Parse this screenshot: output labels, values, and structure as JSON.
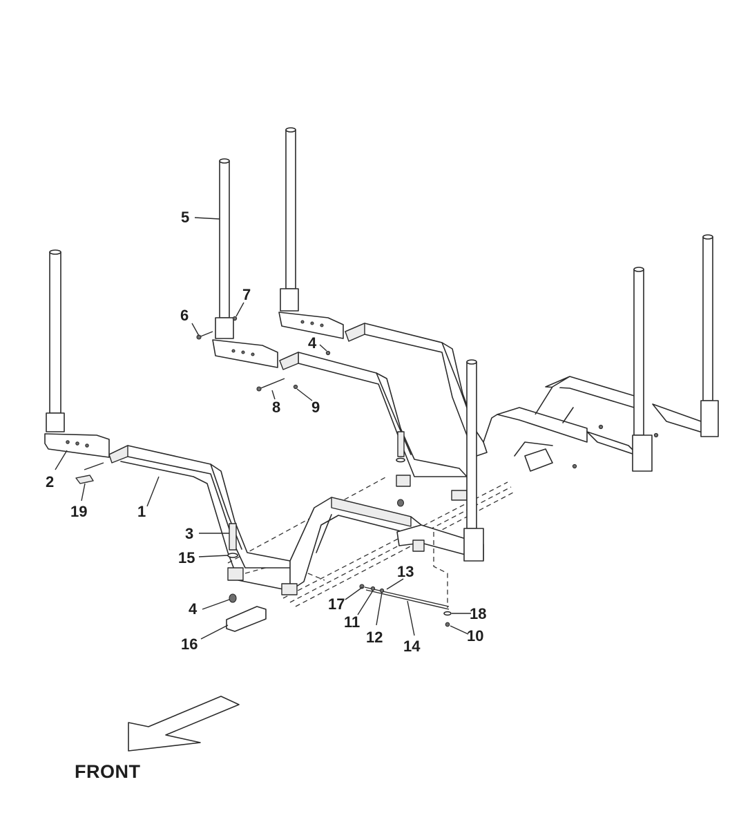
{
  "callouts": [
    "1",
    "2",
    "3",
    "4",
    "4",
    "5",
    "6",
    "7",
    "8",
    "9",
    "10",
    "11",
    "12",
    "13",
    "14",
    "15",
    "16",
    "17",
    "18",
    "19"
  ],
  "direction_label": "FRONT",
  "icons": {
    "direction_arrow": "front-arrow-icon"
  },
  "colors": {
    "line": "#2a2a2a",
    "text": "#1e1e1e",
    "shade": "#ececec"
  }
}
